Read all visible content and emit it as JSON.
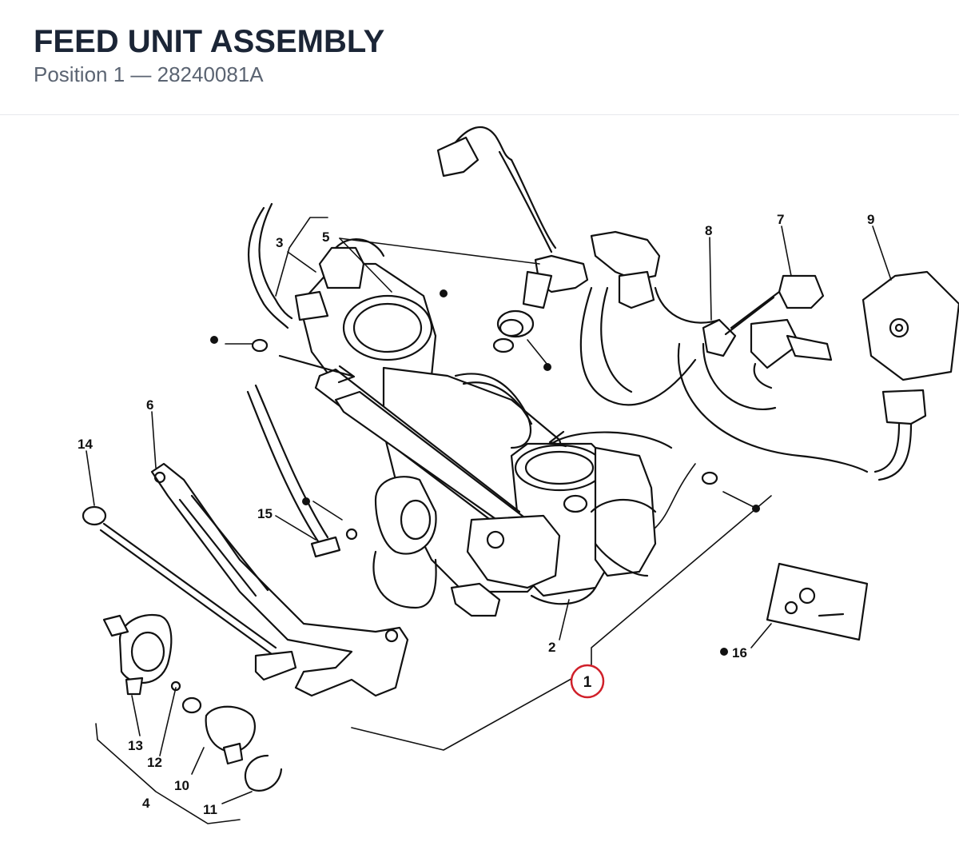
{
  "header": {
    "title": "FEED UNIT ASSEMBLY",
    "subtitle": "Position 1 — 28240081A"
  },
  "diagram": {
    "highlight_color": "#d0202a",
    "highlighted_callout": "1",
    "callouts": {
      "c1": "1",
      "c2": "2",
      "c3": "3",
      "c4": "4",
      "c5": "5",
      "c6": "6",
      "c7": "7",
      "c8": "8",
      "c9": "9",
      "c10": "10",
      "c11": "11",
      "c12": "12",
      "c13": "13",
      "c14": "14",
      "c15": "15",
      "c16": "16"
    }
  }
}
